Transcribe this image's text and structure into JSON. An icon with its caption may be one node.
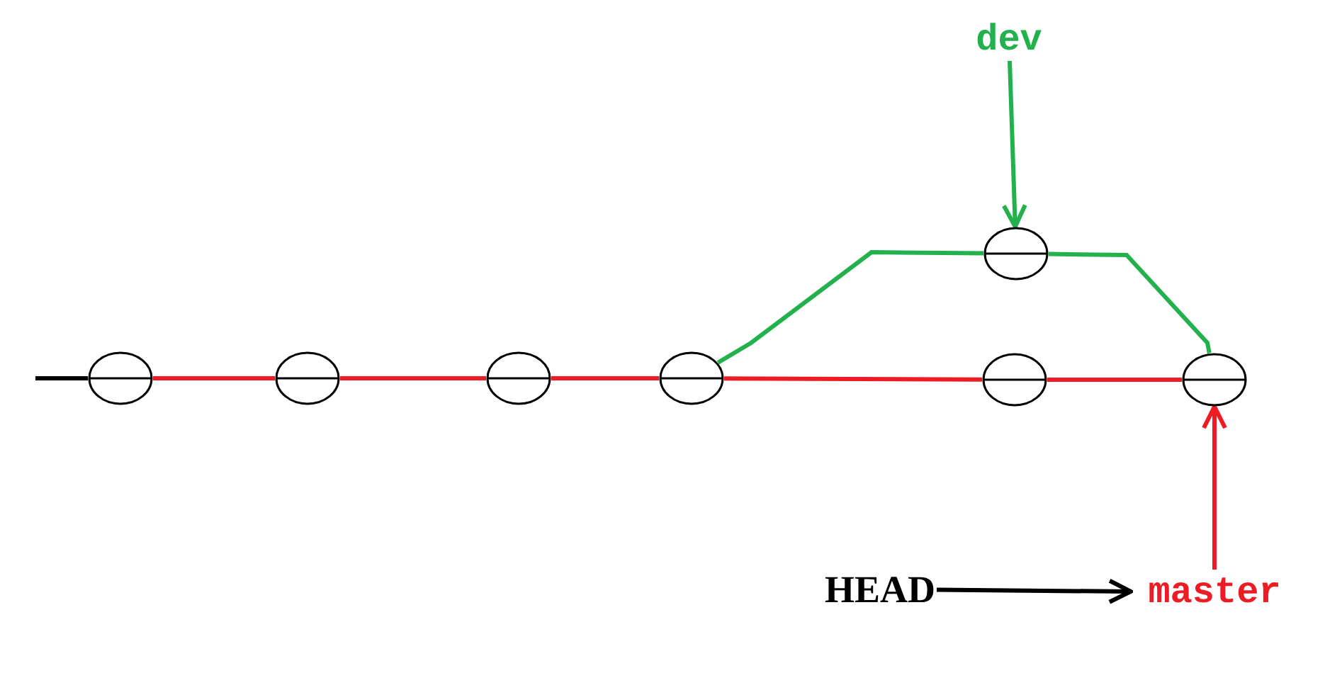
{
  "diagram": {
    "nodes": [
      {
        "text": [],
        "shape": "circle"
      },
      {
        "text": [],
        "shape": "circle"
      },
      {
        "text": [],
        "shape": "circle"
      },
      {
        "text": [],
        "shape": "circle"
      },
      {
        "text": [],
        "shape": "circle"
      },
      {
        "text": [],
        "shape": "circle"
      },
      {
        "text": [],
        "shape": "circle"
      },
      {
        "text": [
          "dev"
        ]
      },
      {
        "text": [
          "HEAD"
        ]
      },
      {
        "text": [
          "master"
        ]
      }
    ],
    "edges": [
      {
        "from": null,
        "to": 0,
        "arrow": "none",
        "color": "#000000"
      },
      {
        "from": 0,
        "to": 1,
        "arrow": "none"
      },
      {
        "from": 1,
        "to": 2,
        "arrow": "none"
      },
      {
        "from": 2,
        "to": 3,
        "arrow": "none"
      },
      {
        "from": 3,
        "to": 5,
        "arrow": "none"
      },
      {
        "from": 5,
        "to": 6,
        "arrow": "none"
      },
      {
        "from": 3,
        "to": 4,
        "arrow": "none",
        "color": "#22b14c"
      },
      {
        "from": 4,
        "to": 6,
        "arrow": "none",
        "color": "#22b14c"
      },
      {
        "from": 7,
        "to": 4,
        "arrow": "to",
        "color": "#22b14c"
      },
      {
        "from": 9,
        "to": 6,
        "arrow": "to"
      },
      {
        "from": 8,
        "to": 9,
        "arrow": "to",
        "color": "#000000"
      }
    ]
  }
}
